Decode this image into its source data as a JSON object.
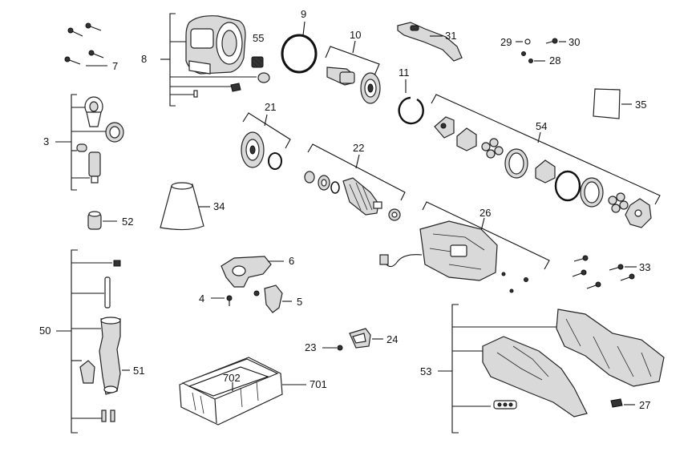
{
  "labels": {
    "p3": "3",
    "p4": "4",
    "p5": "5",
    "p6": "6",
    "p7": "7",
    "p8": "8",
    "p9": "9",
    "p10": "10",
    "p11": "11",
    "p21": "21",
    "p22": "22",
    "p23": "23",
    "p24": "24",
    "p26": "26",
    "p27": "27",
    "p28": "28",
    "p29": "29",
    "p30": "30",
    "p31": "31",
    "p33": "33",
    "p34": "34",
    "p35": "35",
    "p50": "50",
    "p51": "51",
    "p52": "52",
    "p53": "53",
    "p54": "54",
    "p55": "55",
    "p701": "701",
    "p702": "702"
  },
  "colors": {
    "line": "#111111",
    "part_fill": "#d9d9d9",
    "dark": "#333333"
  }
}
